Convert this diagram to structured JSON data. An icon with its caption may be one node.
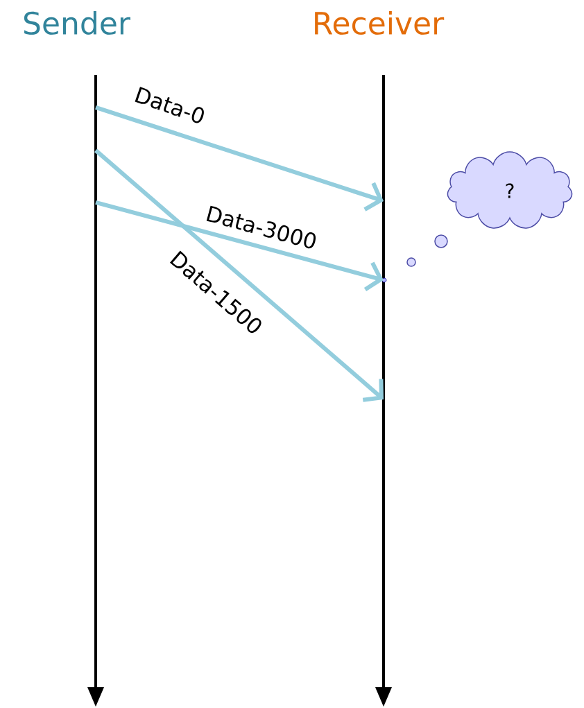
{
  "diagram": {
    "nodes": [
      {
        "text": [
          "Sender"
        ]
      },
      {
        "text": [
          "Receiver"
        ]
      },
      {
        "text": [],
        "shape": "bar"
      },
      {
        "text": [],
        "shape": "bar"
      },
      {
        "text": [
          "?"
        ]
      }
    ],
    "edges": [
      {
        "from": 2,
        "to": 3,
        "arrow": "to",
        "label": "Data-0"
      },
      {
        "from": 2,
        "to": 3,
        "arrow": "to",
        "label": "Data-1500"
      },
      {
        "from": 2,
        "to": 3,
        "arrow": "to",
        "label": "Data-3000"
      }
    ]
  }
}
